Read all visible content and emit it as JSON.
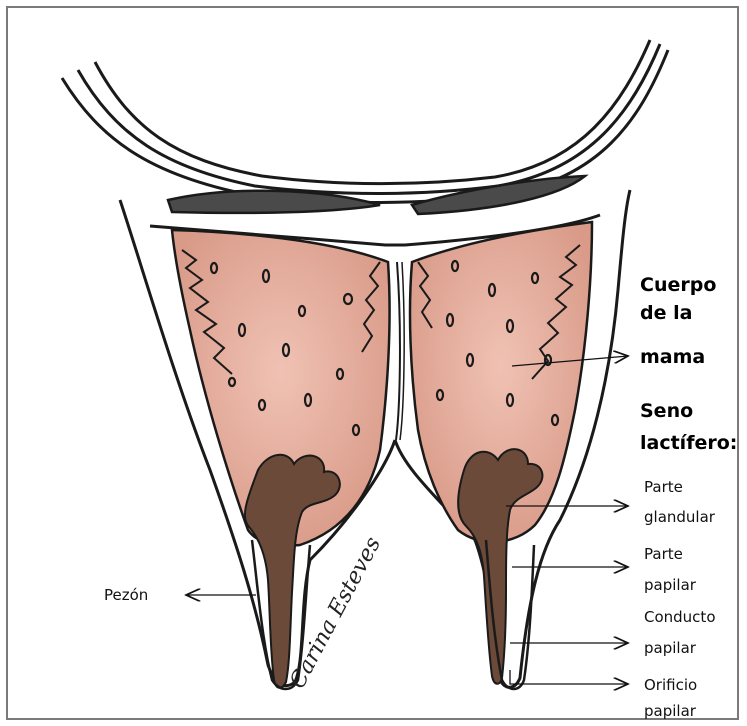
{
  "labels": {
    "cuerpo_line1": "Cuerpo",
    "cuerpo_line2": "de la",
    "cuerpo_line3": "mama",
    "seno_line1": "Seno",
    "seno_line2": "lactífero:",
    "parte_glandular_line1": "Parte",
    "parte_glandular_line2": "glandular",
    "parte_papilar_line1": "Parte",
    "parte_papilar_line2": "papilar",
    "conducto_line1": "Conducto",
    "conducto_line2": "papilar",
    "orificio_line1": "Orificio",
    "orificio_line2": "papilar",
    "pezon": "Pezón"
  },
  "signature": "Carina Esteves",
  "colors": {
    "gland_fill": "#e8b2a4",
    "sinus_fill": "#6b4a3a",
    "muscle_fill": "#4a4a4a",
    "outline": "#1a1a1a",
    "frame": "#7a7a7a"
  }
}
